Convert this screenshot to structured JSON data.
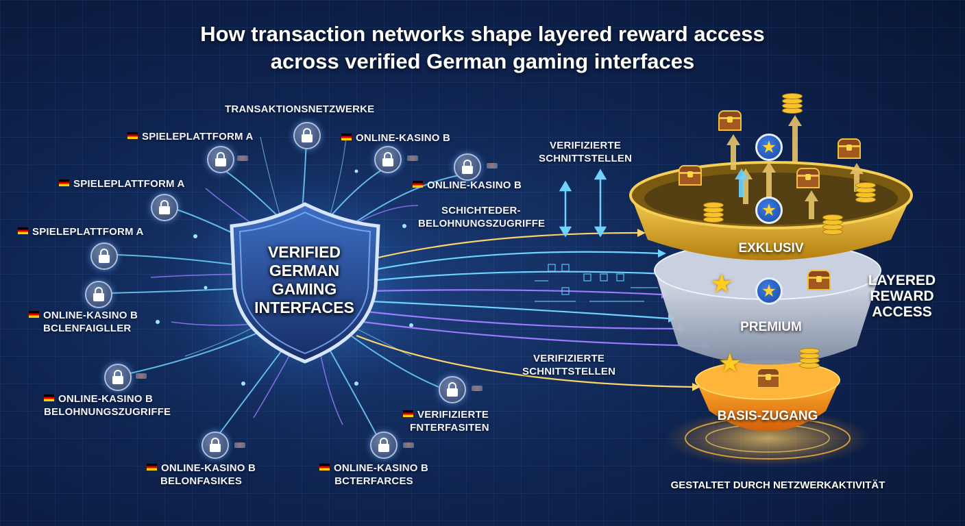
{
  "title": {
    "line1": "How transaction networks shape layered reward access",
    "line2": "across verified German gaming interfaces"
  },
  "shield": {
    "label": "VERIFIED GERMAN GAMING INTERFACES"
  },
  "network_labels": {
    "top": "TRANSAKTIONSNETZWERKE",
    "n1": "SPIELEPLATTFORM A",
    "n2": "ONLINE-KASINO B",
    "n3": "SPIELEPLATTFORM A",
    "n4": "ONLINE-KASINO B",
    "n5": "SPIELEPLATTFORM A",
    "n6_line1": "ONLINE-KASINO B",
    "n6_line2": "BCLENFAIGLLER",
    "n7_line1": "ONLINE-KASINO B",
    "n7_line2": "BELOHNUNGSZUGRIFFE",
    "n8_line1": "ONLINE-KASINO B",
    "n8_line2": "BELONFASIKES",
    "n9_line1": "ONLINE-KASINO B",
    "n9_line2": "BCTERFARCES",
    "n10_line1": "VERIFIZIERTE",
    "n10_line2": "FNTERFASITEN"
  },
  "flow_labels": {
    "verified_top_line1": "VERIFIZIERTE",
    "verified_top_line2": "SCHNITTSTELLEN",
    "layered_line1": "SCHICHTEDER-",
    "layered_line2": "BELOHNUNGSZUGRIFFE",
    "verified_bottom_line1": "VERIFIZIERTE",
    "verified_bottom_line2": "SCHNITTSTELLEN"
  },
  "funnel": {
    "tiers": [
      "EXKLUSIV",
      "PREMIUM",
      "BASIS-ZUGANG"
    ],
    "side_label_line1": "LAYERED",
    "side_label_line2": "REWARD",
    "side_label_line3": "ACCESS",
    "footer": "GESTALTET DURCH NETZWERKAKTIVITÄT"
  },
  "colors": {
    "background": "#0f2552",
    "flow_blue": "#6fd3ff",
    "flow_purple": "#9b7bff",
    "flow_gold": "#ffd56a",
    "tier_gold": "#d9a21c",
    "tier_silver": "#b9c2d2",
    "tier_orange": "#f08a16"
  },
  "icons": [
    "lock-icon",
    "treasure-chest-icon",
    "coin-stack-icon",
    "star-badge-icon",
    "german-flag-icon"
  ]
}
